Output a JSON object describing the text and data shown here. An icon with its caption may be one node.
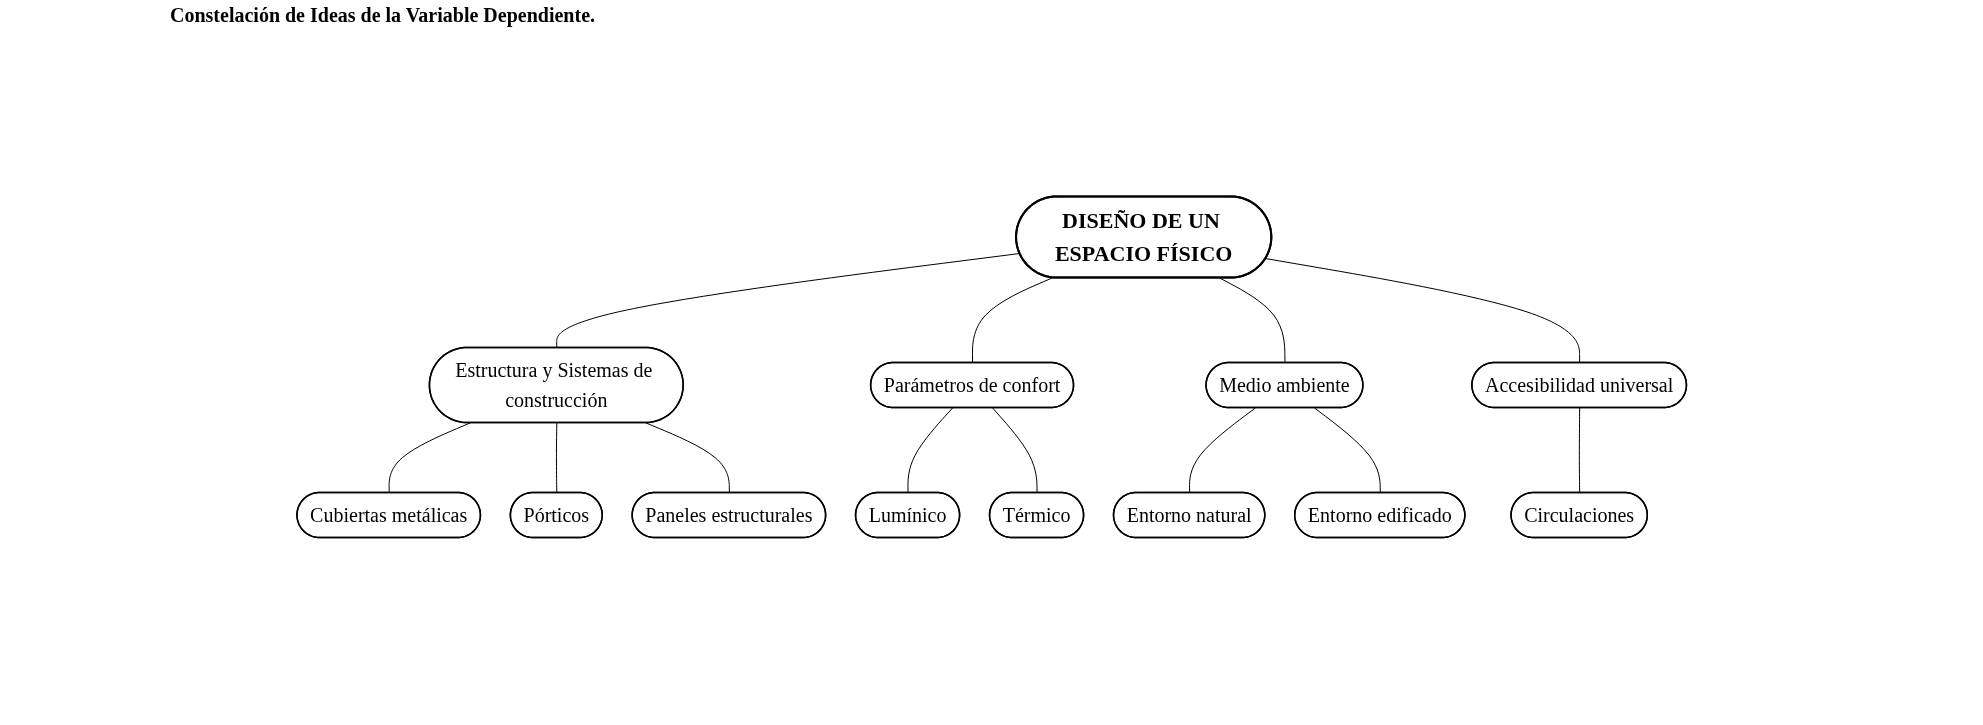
{
  "diagram": {
    "title": "Constelación de Ideas de la Variable Dependiente.",
    "nodes": [
      {
        "text": [
          "DISEÑO DE UN ESPACIO FÍSICO"
        ]
      },
      {
        "text": [
          "Estructura y Sistemas de construcción"
        ]
      },
      {
        "text": [
          "Parámetros de confort"
        ]
      },
      {
        "text": [
          "Medio ambiente"
        ]
      },
      {
        "text": [
          "Accesibilidad universal"
        ]
      },
      {
        "text": [
          "Cubiertas metálicas"
        ]
      },
      {
        "text": [
          "Pórticos"
        ]
      },
      {
        "text": [
          "Paneles estructurales"
        ]
      },
      {
        "text": [
          "Circulaciones"
        ]
      },
      {
        "text": [
          "Entorno natural"
        ]
      },
      {
        "text": [
          "Entorno edificado"
        ]
      },
      {
        "text": [
          "Lumínico"
        ]
      },
      {
        "text": [
          "Térmico"
        ]
      }
    ],
    "edges": [
      {
        "from": 0,
        "to": 1,
        "arrow": "none"
      },
      {
        "from": 0,
        "to": 2,
        "arrow": "none"
      },
      {
        "from": 0,
        "to": 3,
        "arrow": "none"
      },
      {
        "from": 0,
        "to": 4,
        "arrow": "none"
      },
      {
        "from": 1,
        "to": 5,
        "arrow": "none"
      },
      {
        "from": 1,
        "to": 6,
        "arrow": "none"
      },
      {
        "from": 1,
        "to": 7,
        "arrow": "none"
      },
      {
        "from": 4,
        "to": 8,
        "arrow": "none"
      },
      {
        "from": 3,
        "to": 9,
        "arrow": "none"
      },
      {
        "from": 3,
        "to": 10,
        "arrow": "none"
      },
      {
        "from": 2,
        "to": 11,
        "arrow": "none"
      },
      {
        "from": 2,
        "to": 12,
        "arrow": "none"
      }
    ]
  }
}
